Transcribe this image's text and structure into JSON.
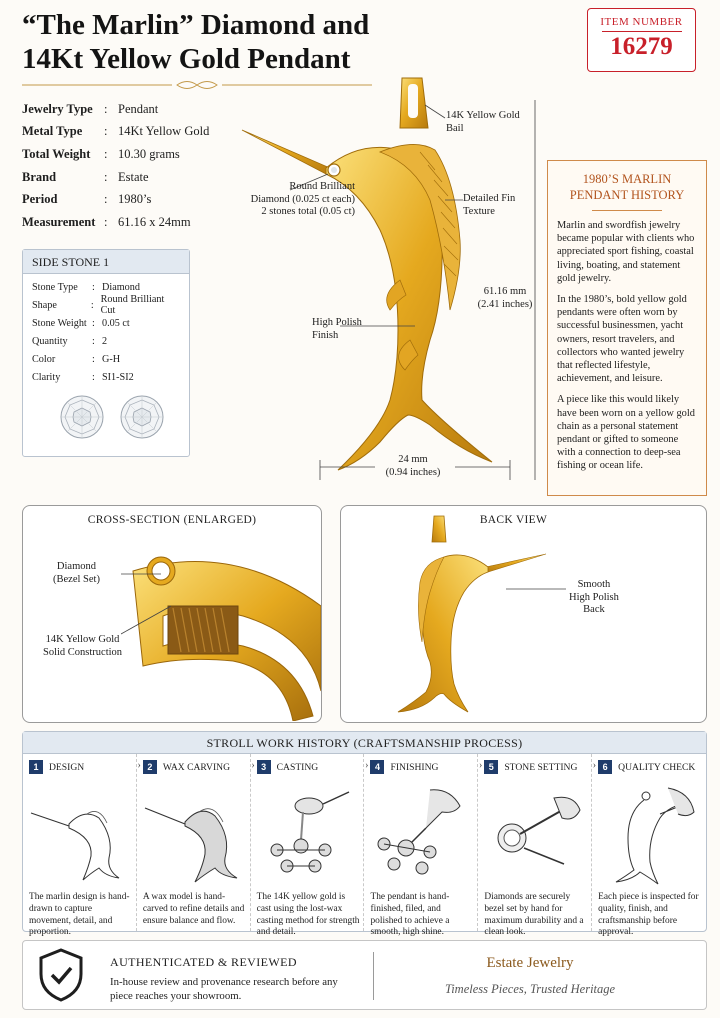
{
  "title_line1": "“The Marlin” Diamond and",
  "title_line2": "14Kt Yellow Gold Pendant",
  "item": {
    "label": "ITEM NUMBER",
    "number": "16279"
  },
  "specs": [
    {
      "key": "Jewelry Type",
      "value": "Pendant"
    },
    {
      "key": "Metal Type",
      "value": "14Kt Yellow Gold"
    },
    {
      "key": "Total Weight",
      "value": "10.30 grams"
    },
    {
      "key": "Brand",
      "value": "Estate"
    },
    {
      "key": "Period",
      "value": "1980’s"
    },
    {
      "key": "Measurement",
      "value": "61.16 x 24mm"
    }
  ],
  "side_stone": {
    "title": "SIDE STONE 1",
    "rows": [
      {
        "key": "Stone Type",
        "value": "Diamond"
      },
      {
        "key": "Shape",
        "value": "Round Brilliant Cut"
      },
      {
        "key": "Stone Weight",
        "value": "0.05 ct"
      },
      {
        "key": "Quantity",
        "value": "2"
      },
      {
        "key": "Color",
        "value": "G-H"
      },
      {
        "key": "Clarity",
        "value": "SI1-SI2"
      }
    ]
  },
  "callouts": {
    "bail": [
      "14K Yellow Gold",
      "Bail"
    ],
    "diamond": [
      "Round Brilliant",
      "Diamond (0.025 ct each)",
      "2 stones total (0.05 ct)"
    ],
    "fin": [
      "Detailed Fin",
      "Texture"
    ],
    "polish": [
      "High Polish",
      "Finish"
    ],
    "height": [
      "61.16 mm",
      "(2.41 inches)"
    ],
    "width": [
      "24 mm",
      "(0.94 inches)"
    ]
  },
  "history": {
    "title_line1": "1980’S MARLIN",
    "title_line2": "PENDANT HISTORY",
    "paragraphs": [
      "Marlin and swordfish jewelry became popular with clients who appreciated sport fishing, coastal living, boating, and statement gold jewelry.",
      "In the 1980’s, bold yellow gold pendants were often worn by successful businessmen, yacht owners, resort travelers, and collectors who wanted jewelry that reflected lifestyle, achievement, and leisure.",
      "A piece like this would likely have been worn on a yellow gold chain as a personal statement pendant or gifted to someone with a connection to deep-sea fishing or ocean life."
    ]
  },
  "cross_section": {
    "title": "CROSS-SECTION (ENLARGED)",
    "diamond": [
      "Diamond",
      "(Bezel Set)"
    ],
    "solid": [
      "14K Yellow Gold",
      "Solid Construction"
    ]
  },
  "back_view": {
    "title": "BACK VIEW",
    "label": [
      "Smooth",
      "High Polish",
      "Back"
    ]
  },
  "process": {
    "title": "STROLL WORK HISTORY (CRAFTSMANSHIP PROCESS)",
    "steps": [
      {
        "num": "1",
        "name": "DESIGN",
        "text": "The marlin design is hand-drawn to capture movement, detail, and proportion."
      },
      {
        "num": "2",
        "name": "WAX CARVING",
        "text": "A wax model is hand-carved to refine details and ensure balance and flow."
      },
      {
        "num": "3",
        "name": "CASTING",
        "text": "The 14K yellow gold is cast using the lost-wax casting method for strength and detail."
      },
      {
        "num": "4",
        "name": "FINISHING",
        "text": "The pendant is hand-finished, filed, and polished to achieve a smooth, high shine."
      },
      {
        "num": "5",
        "name": "STONE SETTING",
        "text": "Diamonds are securely bezel set by hand for maximum durability and a clean look."
      },
      {
        "num": "6",
        "name": "QUALITY CHECK",
        "text": "Each piece is inspected for quality, finish, and craftsmanship before approval."
      }
    ]
  },
  "auth": {
    "title": "AUTHENTICATED & REVIEWED",
    "text": "In-house review and provenance research before any piece reaches your showroom.",
    "brand": "Estate Jewelry",
    "tagline": "Timeless Pieces, Trusted Heritage"
  },
  "colors": {
    "gold": "#e0a41c",
    "accent_red": "#c8202a",
    "navy": "#1f3c6b",
    "copper": "#b2541e"
  }
}
